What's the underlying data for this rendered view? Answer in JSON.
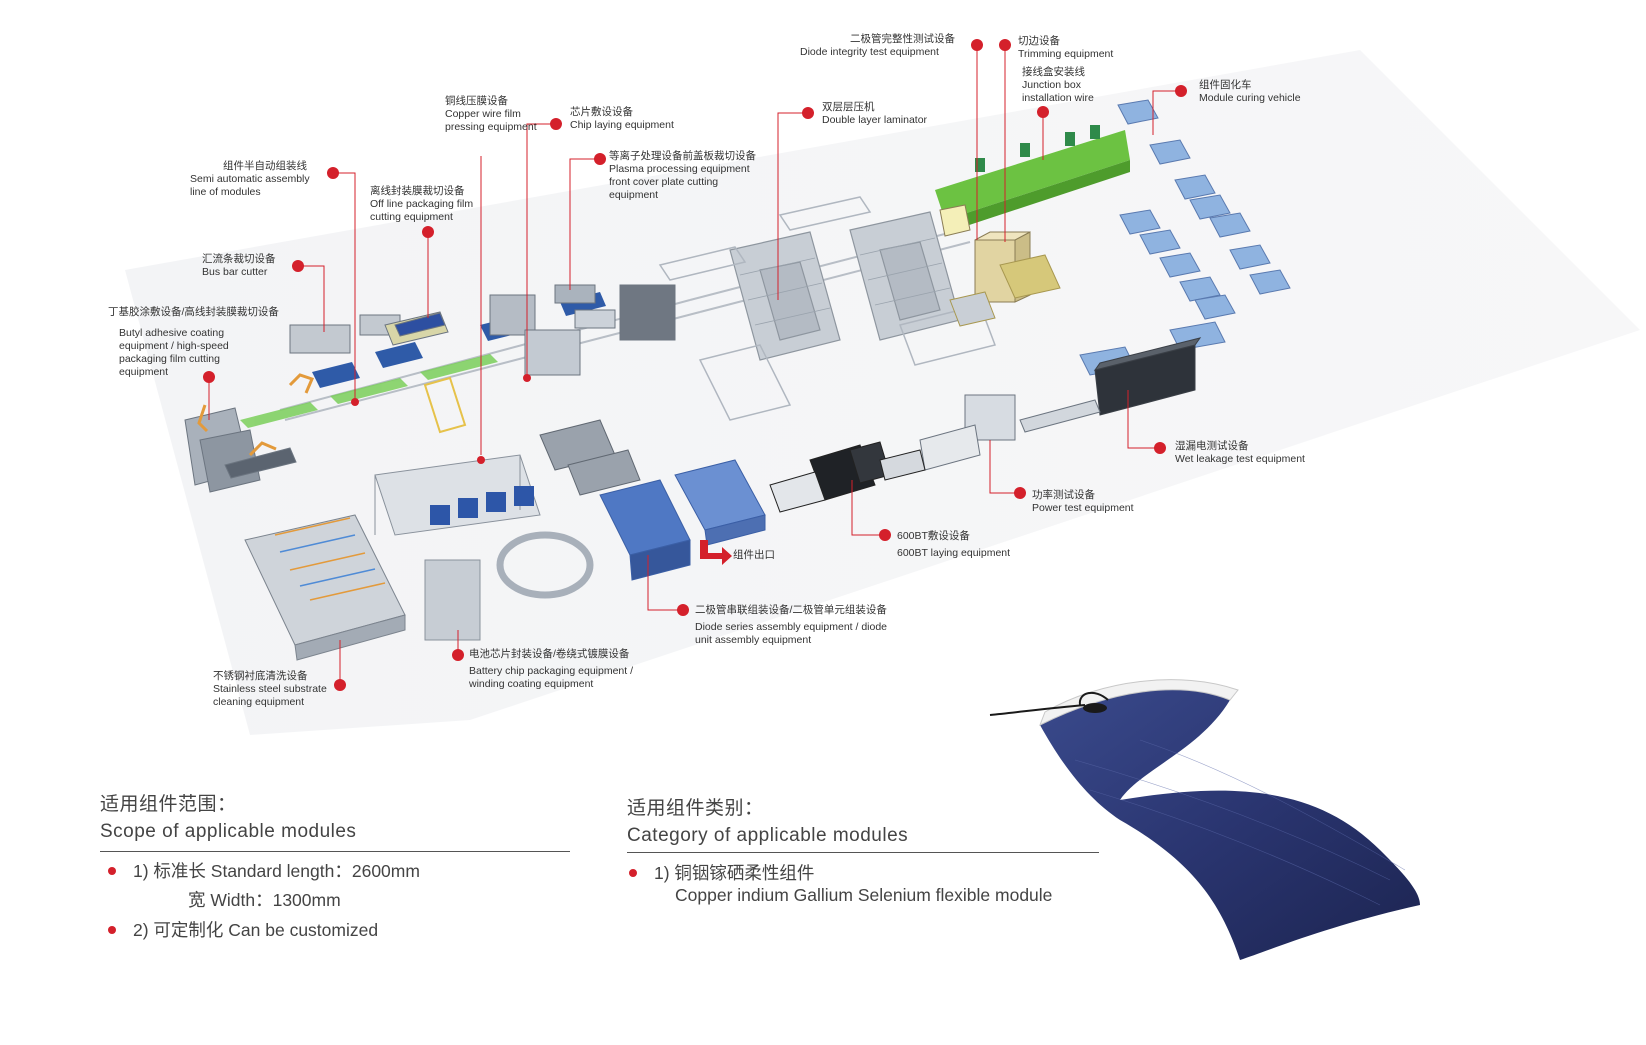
{
  "callouts": [
    {
      "zh": "二极管完整性测试设备",
      "en": "Diode integrity test equipment"
    },
    {
      "zh": "切边设备",
      "en": "Trimming equipment"
    },
    {
      "zh": "接线盒安装线",
      "en": "Junction box installation wire"
    },
    {
      "zh": "组件固化车",
      "en": "Module curing vehicle"
    },
    {
      "zh": "双层层压机",
      "en": "Double layer laminator"
    },
    {
      "zh": "铜线压膜设备",
      "en": "Copper wire film pressing equipment"
    },
    {
      "zh": "芯片敷设设备",
      "en": "Chip laying equipment"
    },
    {
      "zh": "等离子处理设备前盖板裁切设备",
      "en": "Plasma processing equipment front cover plate cutting equipment"
    },
    {
      "zh": "组件半自动组装线",
      "en": "Semi automatic assembly line of modules"
    },
    {
      "zh": "离线封装膜裁切设备",
      "en": "Off line packaging film cutting equipment"
    },
    {
      "zh": "汇流条裁切设备",
      "en": "Bus bar cutter"
    },
    {
      "zh": "丁基胶涂敷设备/高线封装膜裁切设备",
      "en": "Butyl adhesive coating equipment / high-speed packaging film cutting equipment"
    },
    {
      "zh": "湿漏电测试设备",
      "en": "Wet leakage test equipment"
    },
    {
      "zh": "功率测试设备",
      "en": "Power test equipment"
    },
    {
      "zh": "600BT敷设设备",
      "en": "600BT laying equipment"
    },
    {
      "zh": "组件出口",
      "en": ""
    },
    {
      "zh": "二极管串联组装设备/二极管单元组装设备",
      "en": "Diode series assembly equipment / diode unit assembly equipment"
    },
    {
      "zh": "电池芯片封装设备/卷绕式镀膜设备",
      "en": "Battery chip packaging equipment / winding coating equipment"
    },
    {
      "zh": "不锈钢衬底清洗设备",
      "en": "Stainless steel substrate cleaning equipment"
    }
  ],
  "scope": {
    "title_zh": "适用组件范围：",
    "title_en": "Scope of applicable modules",
    "item1_line1": "1) 标准长 Standard length：2600mm",
    "item1_line2": "宽 Width：1300mm",
    "item2": "2) 可定制化 Can be customized"
  },
  "category": {
    "title_zh": "适用组件类别：",
    "title_en": "Category of applicable modules",
    "item1_zh": "1) 铜铟镓硒柔性组件",
    "item1_en": "Copper indium Gallium Selenium flexible module"
  },
  "colors": {
    "accent": "#d4202b",
    "text": "#333333",
    "machine": "#9aa4b0",
    "conveyor_green": "#5bbf3a",
    "panel_blue": "#2b4f9e"
  }
}
